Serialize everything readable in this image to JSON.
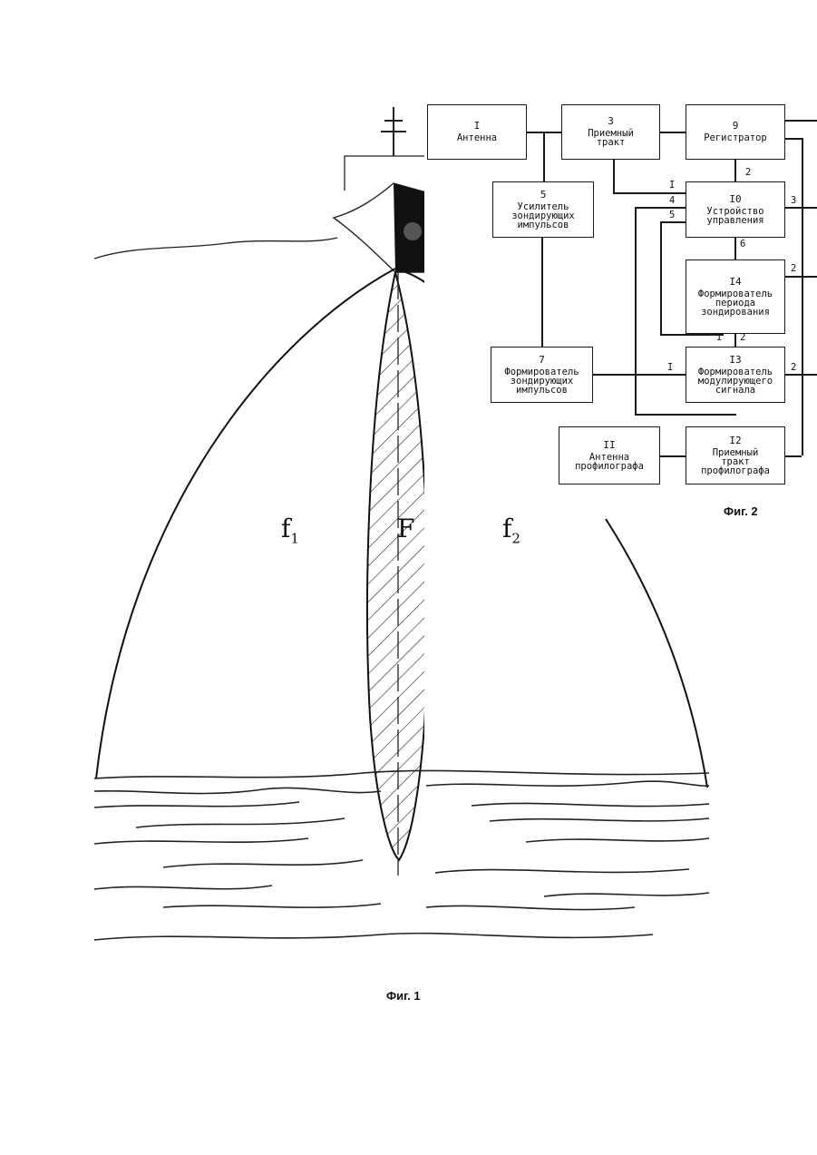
{
  "figure1": {
    "caption": "Фиг. 1",
    "labels": {
      "f1_main": "f",
      "f1_sub": "1",
      "F": "F",
      "f2_main": "f",
      "f2_sub": "2"
    }
  },
  "figure2": {
    "caption": "Фиг. 2",
    "blocks": [
      {
        "id": "1",
        "num": "I",
        "text": "Антенна"
      },
      {
        "id": "3",
        "num": "3",
        "text": "Приемный\nтракт"
      },
      {
        "id": "9",
        "num": "9",
        "text": "Регистратор"
      },
      {
        "id": "5",
        "num": "5",
        "text": "Усилитель\nзондирующих\nимпульсов"
      },
      {
        "id": "10",
        "num": "I0",
        "text": "Устройство\nуправления"
      },
      {
        "id": "14",
        "num": "I4",
        "text": "Формирователь\nпериода\nзондирования"
      },
      {
        "id": "7",
        "num": "7",
        "text": "Формирователь\nзондирующих\nимпульсов"
      },
      {
        "id": "13",
        "num": "I3",
        "text": "Формирователь\nмодулирующего\nсигнала"
      },
      {
        "id": "11",
        "num": "II",
        "text": "Антенна\nпрофилографа"
      },
      {
        "id": "12",
        "num": "I2",
        "text": "Приемный\nтракт\nпрофилографа"
      }
    ],
    "port_labels": {
      "p10_in1": "I",
      "p10_in4": "4",
      "p10_in5": "5",
      "p10_top2": "2",
      "p10_right3": "3",
      "p10_bottom6": "6",
      "p14_right2": "2",
      "p13_top1": "I",
      "p13_top2": "2",
      "p13_left1": "I",
      "p13_right2": "2"
    }
  }
}
